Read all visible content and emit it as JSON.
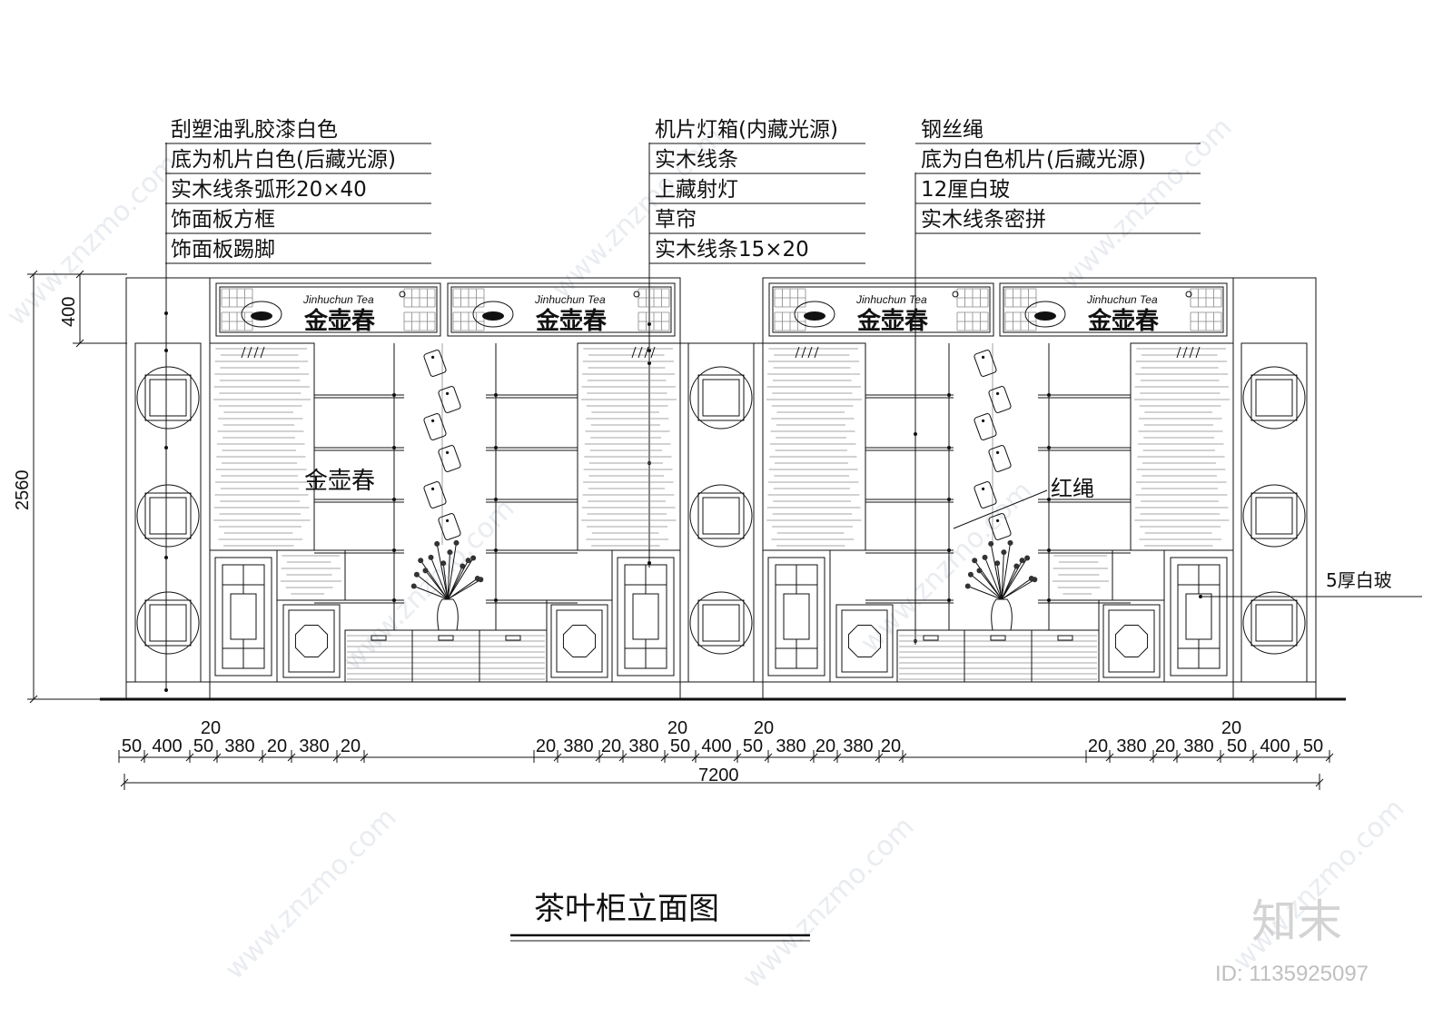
{
  "annotations": {
    "group1": [
      "刮塑油乳胶漆白色",
      "底为机片白色(后藏光源)",
      "实木线条弧形20×40",
      "饰面板方框",
      "饰面板踢脚"
    ],
    "group2": [
      "机片灯箱(内藏光源)",
      "实木线条",
      "上藏射灯",
      "草帘",
      "实木线条15×20"
    ],
    "group3": [
      "钢丝绳",
      "底为白色机片(后藏光源)",
      "12厘白玻",
      "实木线条密拼"
    ]
  },
  "labels": {
    "brand_text": "金壶春",
    "red_rope": "红绳",
    "glass": "5厚白玻"
  },
  "logo": {
    "english": "Jinhuchun  Tea",
    "chinese": "金壶春"
  },
  "vertical_dims": {
    "top": "400",
    "total": "2560"
  },
  "bottom_dims": {
    "row_left": [
      "50",
      "400",
      "50",
      "380",
      "20",
      "380",
      "20"
    ],
    "row_mid": [
      "20",
      "380",
      "20",
      "380",
      "50",
      "400",
      "50",
      "380",
      "20",
      "380",
      "20"
    ],
    "row_right": [
      "20",
      "380",
      "20",
      "380",
      "50",
      "400",
      "50"
    ],
    "raised": [
      "20",
      "20",
      "20",
      "20"
    ],
    "total": "7200"
  },
  "title": "茶叶柜立面图",
  "watermark": {
    "site": "www.znzmo.com",
    "brand": "知末",
    "id": "ID: 1135925097"
  }
}
